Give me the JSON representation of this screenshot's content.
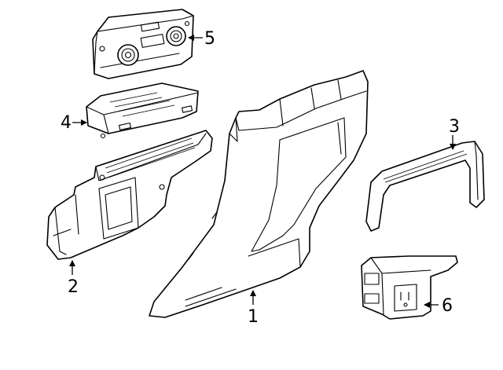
{
  "diagram": {
    "callouts": [
      {
        "id": "console-panel",
        "number": "1"
      },
      {
        "id": "side-bracket",
        "number": "2"
      },
      {
        "id": "trim-bezel",
        "number": "3"
      },
      {
        "id": "connector-module",
        "number": "4"
      },
      {
        "id": "control-module",
        "number": "5"
      },
      {
        "id": "power-outlet",
        "number": "6"
      }
    ]
  }
}
